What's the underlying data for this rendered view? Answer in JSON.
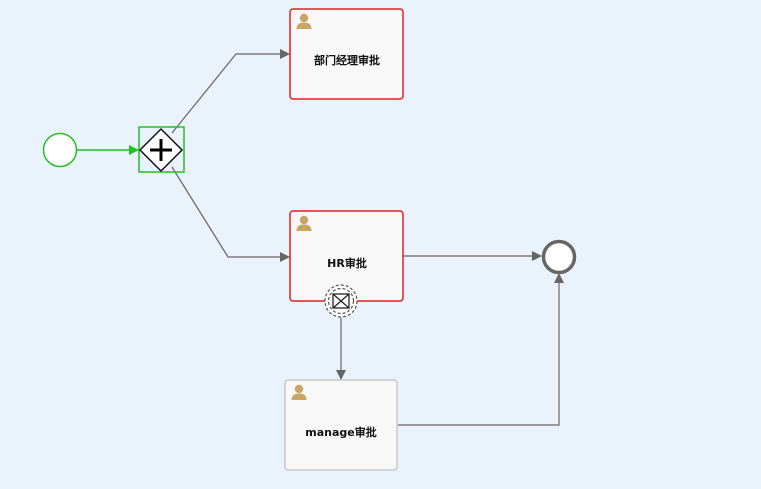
{
  "diagram": {
    "tasks": {
      "dept_manager": {
        "label": "部门经理审批",
        "status": "active",
        "icon": "user-icon"
      },
      "hr": {
        "label": "HR审批",
        "status": "active",
        "icon": "user-icon"
      },
      "manage": {
        "label": "manage审批",
        "status": "pending",
        "icon": "user-icon"
      }
    },
    "events": {
      "start": {
        "type": "start-event",
        "status": "completed"
      },
      "end": {
        "type": "end-event"
      }
    },
    "gateway": {
      "type": "parallel-gateway",
      "status": "completed"
    },
    "boundary_event": {
      "type": "message-boundary-event",
      "icon": "envelope-icon"
    },
    "colors": {
      "background": "#eaf2fb",
      "completed": "#22c022",
      "active_border": "#e02020",
      "pending_border": "#b4b4b4",
      "task_fill": "#f8f8f8",
      "flow": "#666666",
      "user_icon": "#c9a565"
    }
  }
}
